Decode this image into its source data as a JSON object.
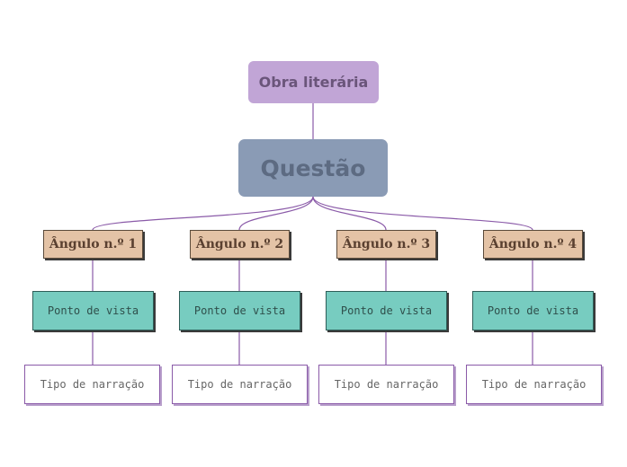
{
  "diagram": {
    "top": {
      "label": "Obra literária",
      "color": "#c1a5d6"
    },
    "main": {
      "label": "Questão",
      "color": "#8a9bb5"
    },
    "angles": [
      {
        "label": "Ângulo n.º 1"
      },
      {
        "label": "Ângulo n.º 2"
      },
      {
        "label": "Ângulo n.º 3"
      },
      {
        "label": "Ângulo n.º 4"
      }
    ],
    "pov": [
      {
        "label": "Ponto de vista"
      },
      {
        "label": "Ponto de vista"
      },
      {
        "label": "Ponto de vista"
      },
      {
        "label": "Ponto de vista"
      }
    ],
    "narration": [
      {
        "label": "Tipo de narração"
      },
      {
        "label": "Tipo de narração"
      },
      {
        "label": "Tipo de narração"
      },
      {
        "label": "Tipo de narração"
      }
    ],
    "colors": {
      "connector": "#8a5aa8",
      "angle_fill": "#e4c3a6",
      "pov_fill": "#77ccc0",
      "narration_border": "#8a5aa8"
    }
  }
}
